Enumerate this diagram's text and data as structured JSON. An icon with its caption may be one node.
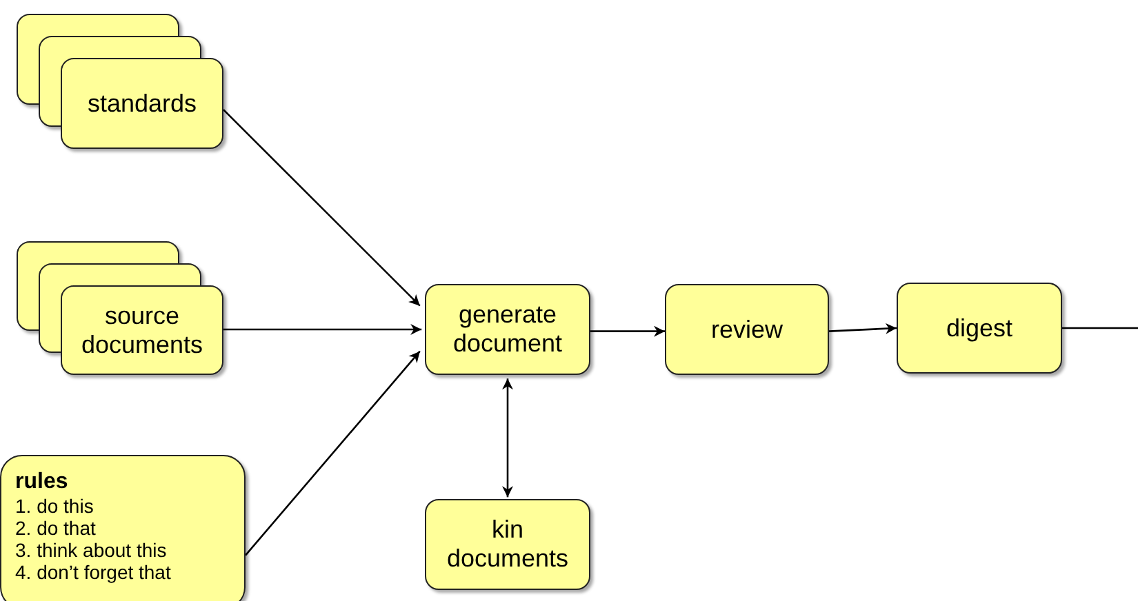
{
  "diagram": {
    "nodes": [
      {
        "text": [
          "standards"
        ]
      },
      {
        "text": [
          "source documents"
        ]
      },
      {
        "text": [
          "rules",
          "1. do this",
          "2. do that",
          "3. think about this",
          "4. don’t forget that"
        ]
      },
      {
        "text": [
          "generate document"
        ]
      },
      {
        "text": [
          "review"
        ]
      },
      {
        "text": [
          "digest"
        ]
      },
      {
        "text": [
          "kin documents"
        ]
      }
    ],
    "edges": [
      {
        "from": 0,
        "to": 3,
        "arrow": "to"
      },
      {
        "from": 1,
        "to": 3,
        "arrow": "to"
      },
      {
        "from": 2,
        "to": 3,
        "arrow": "to"
      },
      {
        "from": 3,
        "to": 4,
        "arrow": "to"
      },
      {
        "from": 4,
        "to": 5,
        "arrow": "to"
      },
      {
        "from": 5,
        "to": null,
        "arrow": "none"
      },
      {
        "from": 3,
        "to": 6,
        "arrow": "both"
      }
    ]
  }
}
